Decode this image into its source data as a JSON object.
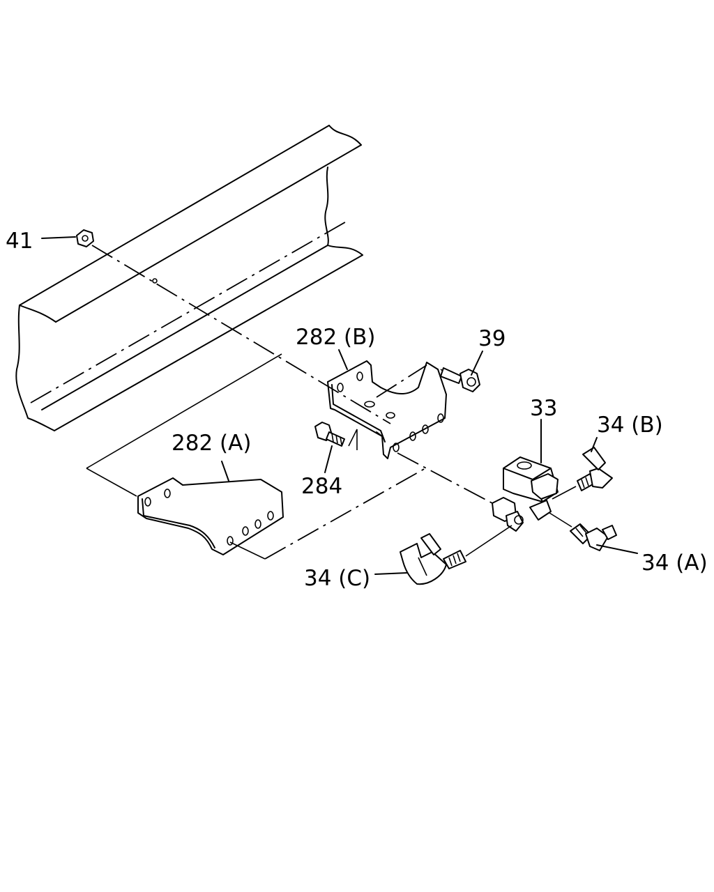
{
  "labels": {
    "nut": "41",
    "bracket_b": "282 (B)",
    "bolt_39": "39",
    "valve": "33",
    "fitting_b": "34 (B)",
    "bracket_a": "282 (A)",
    "bolt_284": "284",
    "fitting_a": "34 (A)",
    "fitting_c": "34 (C)"
  }
}
